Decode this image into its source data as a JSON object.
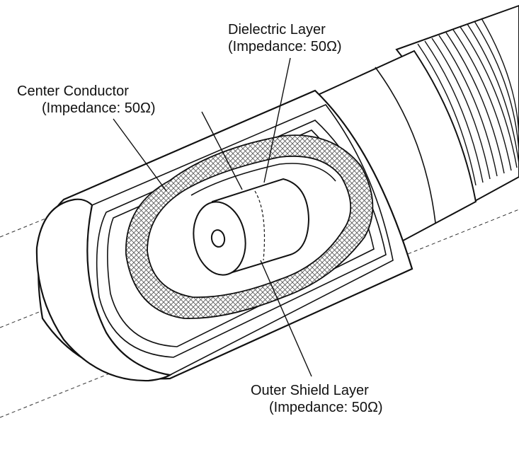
{
  "labels": {
    "dielectric": {
      "name": "Dielectric Layer",
      "impedance": "(Impedance: 50Ω)"
    },
    "center": {
      "name": "Center Conductor",
      "impedance": "(Impedance: 50Ω)"
    },
    "shield": {
      "name": "Outer Shield Layer",
      "impedance": "(Impedance: 50Ω)"
    }
  },
  "colors": {
    "line": "#111111",
    "hatch": "#555555",
    "background": "#ffffff"
  }
}
